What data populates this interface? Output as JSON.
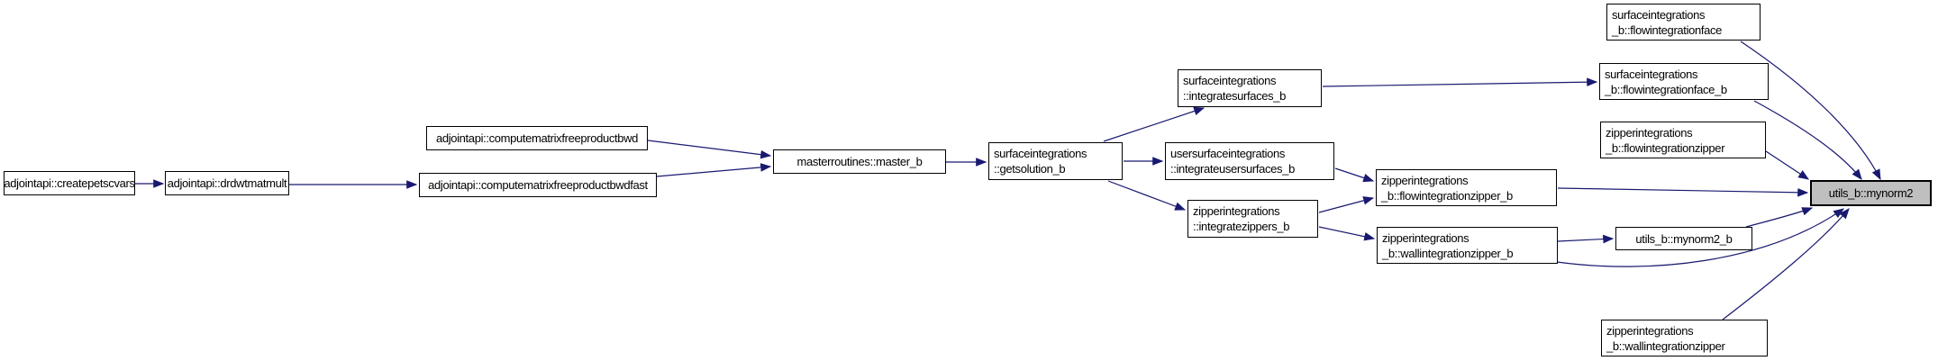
{
  "diagram": {
    "type": "call-graph",
    "highlighted_node": "utils_b::mynorm2",
    "colors": {
      "edge": "#191970",
      "node_fill": "#ffffff",
      "node_border": "#000000",
      "highlight_fill": "#bfbfbf",
      "background": "#ffffff"
    },
    "nodes": [
      {
        "id": "createpetscvars",
        "lines": [
          "adjointapi::createpetscvars"
        ]
      },
      {
        "id": "drdwtmatmult",
        "lines": [
          "adjointapi::drdwtmatmult"
        ]
      },
      {
        "id": "computematrixfreeproductbwd",
        "lines": [
          "adjointapi::computematrixfreeproductbwd"
        ]
      },
      {
        "id": "computematrixfreeproductbwdfast",
        "lines": [
          "adjointapi::computematrixfreeproductbwdfast"
        ]
      },
      {
        "id": "master_b",
        "lines": [
          "masterroutines::master_b"
        ]
      },
      {
        "id": "getsolution_b",
        "lines": [
          "surfaceintegrations",
          "::getsolution_b"
        ]
      },
      {
        "id": "integratesurfaces_b",
        "lines": [
          "surfaceintegrations",
          "::integratesurfaces_b"
        ]
      },
      {
        "id": "integrateusersurfaces_b",
        "lines": [
          "usersurfaceintegrations",
          "::integrateusersurfaces_b"
        ]
      },
      {
        "id": "integratezippers_b",
        "lines": [
          "zipperintegrations",
          "::integratezippers_b"
        ]
      },
      {
        "id": "flowintegrationface",
        "lines": [
          "surfaceintegrations",
          "_b::flowintegrationface"
        ]
      },
      {
        "id": "flowintegrationface_b",
        "lines": [
          "surfaceintegrations",
          "_b::flowintegrationface_b"
        ]
      },
      {
        "id": "flowintegrationzipper",
        "lines": [
          "zipperintegrations",
          "_b::flowintegrationzipper"
        ]
      },
      {
        "id": "flowintegrationzipper_b",
        "lines": [
          "zipperintegrations",
          "_b::flowintegrationzipper_b"
        ]
      },
      {
        "id": "wallintegrationzipper_b",
        "lines": [
          "zipperintegrations",
          "_b::wallintegrationzipper_b"
        ]
      },
      {
        "id": "mynorm2_b",
        "lines": [
          "utils_b::mynorm2_b"
        ]
      },
      {
        "id": "wallintegrationzipper",
        "lines": [
          "zipperintegrations",
          "_b::wallintegrationzipper"
        ]
      },
      {
        "id": "mynorm2",
        "lines": [
          "utils_b::mynorm2"
        ],
        "highlight": true
      }
    ],
    "edges": [
      {
        "from": "createpetscvars",
        "to": "drdwtmatmult"
      },
      {
        "from": "drdwtmatmult",
        "to": "computematrixfreeproductbwdfast"
      },
      {
        "from": "computematrixfreeproductbwd",
        "to": "master_b"
      },
      {
        "from": "computematrixfreeproductbwdfast",
        "to": "master_b"
      },
      {
        "from": "master_b",
        "to": "getsolution_b"
      },
      {
        "from": "getsolution_b",
        "to": "integratesurfaces_b"
      },
      {
        "from": "getsolution_b",
        "to": "integrateusersurfaces_b"
      },
      {
        "from": "getsolution_b",
        "to": "integratezippers_b"
      },
      {
        "from": "integratesurfaces_b",
        "to": "flowintegrationface_b"
      },
      {
        "from": "integrateusersurfaces_b",
        "to": "flowintegrationzipper_b"
      },
      {
        "from": "integratezippers_b",
        "to": "flowintegrationzipper_b"
      },
      {
        "from": "integratezippers_b",
        "to": "wallintegrationzipper_b"
      },
      {
        "from": "flowintegrationface",
        "to": "mynorm2"
      },
      {
        "from": "flowintegrationface_b",
        "to": "mynorm2"
      },
      {
        "from": "flowintegrationzipper",
        "to": "mynorm2"
      },
      {
        "from": "flowintegrationzipper_b",
        "to": "mynorm2"
      },
      {
        "from": "wallintegrationzipper_b",
        "to": "mynorm2_b"
      },
      {
        "from": "wallintegrationzipper_b",
        "to": "mynorm2"
      },
      {
        "from": "mynorm2_b",
        "to": "mynorm2"
      },
      {
        "from": "wallintegrationzipper",
        "to": "mynorm2"
      }
    ]
  }
}
